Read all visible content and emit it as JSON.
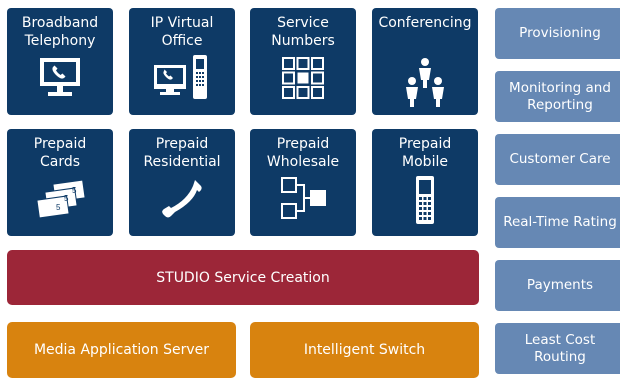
{
  "tiles": [
    {
      "label": "Broadband\nTelephony",
      "icon": "monitor-phone-icon"
    },
    {
      "label": "IP Virtual\nOffice",
      "icon": "phone-and-mobile-icon"
    },
    {
      "label": "Service\nNumbers",
      "icon": "keypad-grid-icon"
    },
    {
      "label": "Conferencing",
      "icon": "people-group-icon"
    },
    {
      "label": "Prepaid\nCards",
      "icon": "prepaid-cards-icon",
      "card_numbers": [
        "5",
        "5",
        "5"
      ]
    },
    {
      "label": "Prepaid\nResidential",
      "icon": "handset-icon"
    },
    {
      "label": "Prepaid\nWholesale",
      "icon": "hierarchy-icon"
    },
    {
      "label": "Prepaid\nMobile",
      "icon": "mobile-phone-icon"
    }
  ],
  "studio": {
    "label": "STUDIO Service Creation"
  },
  "servers": [
    {
      "label": "Media Application Server"
    },
    {
      "label": "Intelligent Switch"
    }
  ],
  "side_items": [
    {
      "label": "Provisioning"
    },
    {
      "label": "Monitoring and\nReporting"
    },
    {
      "label": "Customer Care"
    },
    {
      "label": "Real-Time Rating"
    },
    {
      "label": "Payments"
    },
    {
      "label": "Least Cost\nRouting"
    }
  ],
  "colors": {
    "tile": "#0e3a66",
    "side": "#6688b4",
    "studio": "#9c2638",
    "server": "#d8830f"
  }
}
